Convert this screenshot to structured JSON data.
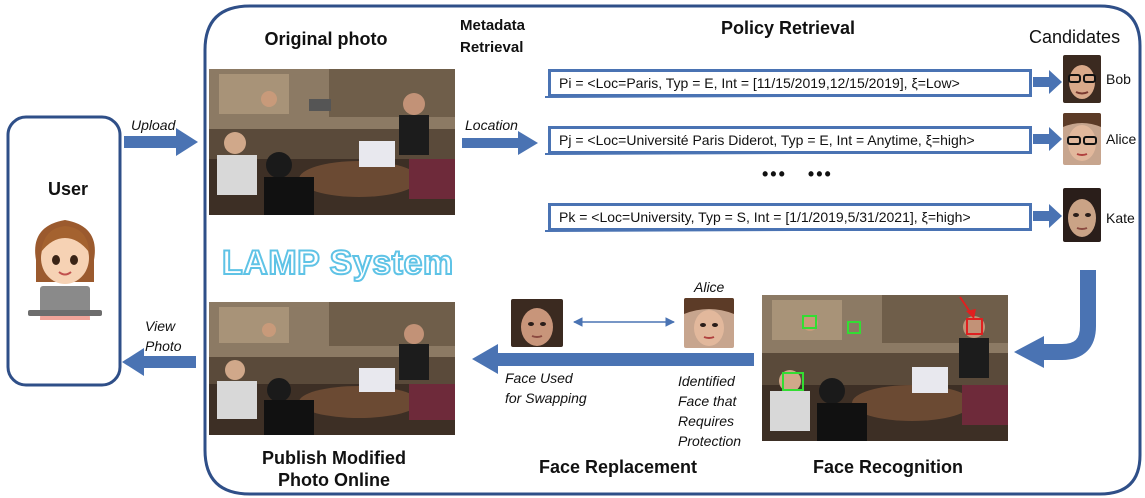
{
  "user": {
    "label": "User"
  },
  "arrows": {
    "upload": "Upload",
    "view_photo_line1": "View",
    "view_photo_line2": "Photo",
    "location": "Location"
  },
  "sections": {
    "original_photo": "Original photo",
    "metadata_line1": "Metadata",
    "metadata_line2": "Retrieval",
    "policy_retrieval": "Policy Retrieval",
    "candidates": "Candidates",
    "system_name": "LAMP System",
    "publish_line1": "Publish Modified",
    "publish_line2": "Photo Online",
    "face_replacement": "Face Replacement",
    "face_recognition": "Face Recognition"
  },
  "policies": [
    {
      "text": "Pi = <Loc=Paris, Typ = E, Int = [11/15/2019,12/15/2019], ξ=Low>"
    },
    {
      "text": "Pj = <Loc=Université Paris Diderot, Typ = E, Int = Anytime, ξ=high>"
    },
    {
      "text": "Pk = <Loc=University, Typ = S, Int = [1/1/2019,5/31/2021], ξ=high>"
    }
  ],
  "ellipsis": "•••   •••",
  "candidates": [
    {
      "name": "Bob"
    },
    {
      "name": "Alice"
    },
    {
      "name": "Kate"
    }
  ],
  "replacement": {
    "alice_label": "Alice",
    "swap_line1": "Face Used",
    "swap_line2": "for Swapping",
    "ident_line1": "Identified",
    "ident_line2": "Face that",
    "ident_line3": "Requires",
    "ident_line4": "Protection"
  },
  "colors": {
    "arrow": "#4a73b3",
    "frame": "#2f4f88",
    "system_text_outline": "#5fc3e6",
    "detection_box": "#33dd33",
    "target_box": "#e02020"
  }
}
